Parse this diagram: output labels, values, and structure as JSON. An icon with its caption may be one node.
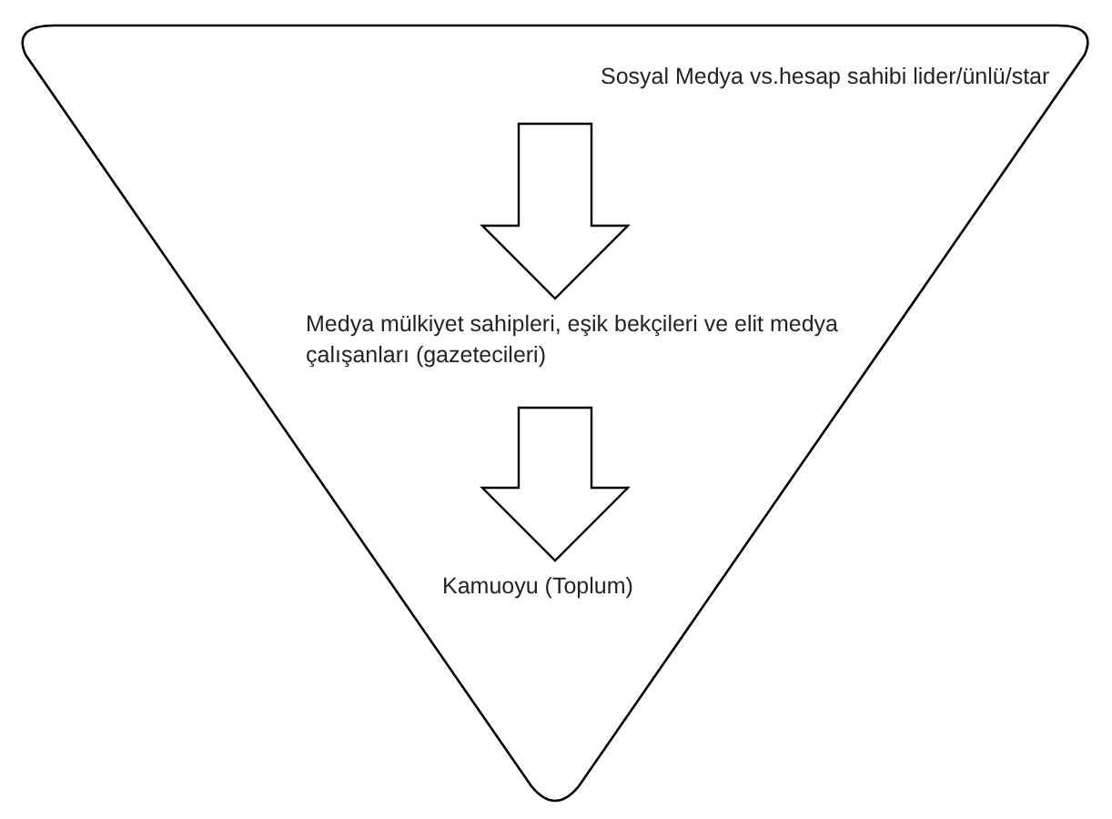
{
  "diagram": {
    "nodes": [
      {
        "text": [],
        "shape": "triangle"
      },
      {
        "text": [
          "Sosyal Medya vs.hesap sahibi lider/ünlü/star"
        ],
        "in": 0
      },
      {
        "text": [
          "Medya mülkiyet sahipleri, eşik bekçileri ve elit medya çalışanları (gazetecileri)"
        ],
        "in": 0
      },
      {
        "text": [
          "Kamuoyu (Toplum)"
        ],
        "in": 0
      }
    ],
    "edges": [
      {
        "from": 1,
        "to": 2,
        "arrow": "to"
      },
      {
        "from": 2,
        "to": 3,
        "arrow": "to"
      }
    ]
  }
}
